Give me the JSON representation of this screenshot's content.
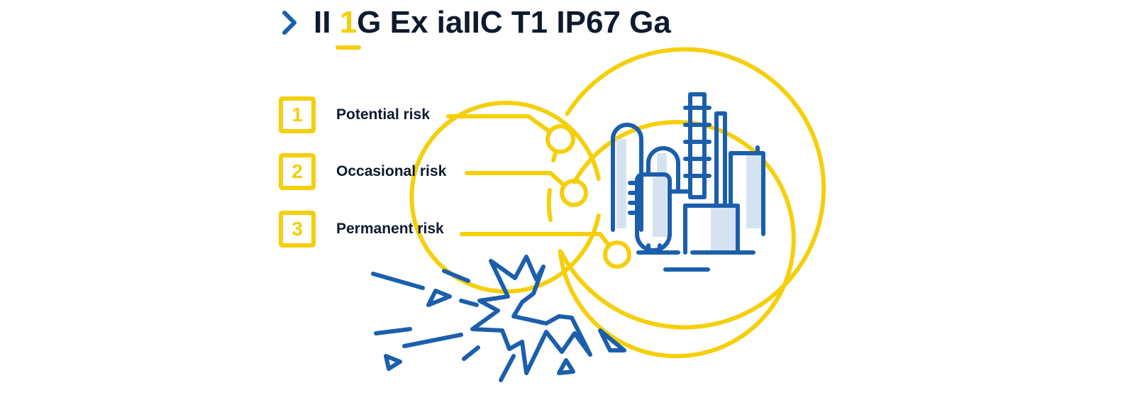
{
  "heading": {
    "prefix": "II ",
    "highlight": "1",
    "suffix": "G Ex iaIIC T1 IP67 Ga"
  },
  "zones": [
    {
      "number": "1",
      "label": "Potential risk"
    },
    {
      "number": "2",
      "label": "Occasional risk"
    },
    {
      "number": "3",
      "label": "Permanent risk"
    }
  ],
  "colors": {
    "yellow": "#f5cf0a",
    "blue": "#1b5fac",
    "light_blue": "#d5e3f1",
    "text": "#0e1a2e"
  },
  "icons": [
    "chevron-right-icon",
    "industrial-plant-icon",
    "spark-explosion-icon"
  ]
}
